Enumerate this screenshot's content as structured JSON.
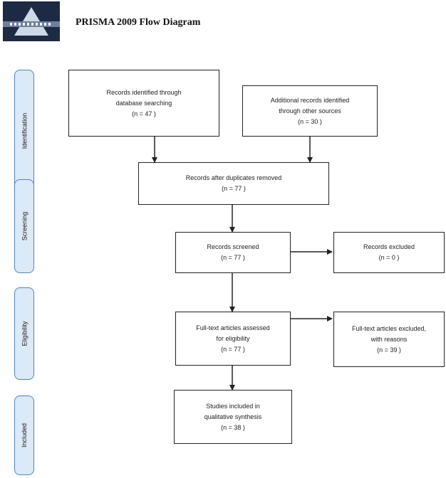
{
  "header": {
    "title": "PRISMA 2009 Flow Diagram"
  },
  "stages": [
    {
      "label": "Identification"
    },
    {
      "label": "Screening"
    },
    {
      "label": "Eligibility"
    },
    {
      "label": "Included"
    }
  ],
  "boxes": {
    "identified_db": {
      "lines": [
        "Records identified through",
        "database searching",
        "(n = 47 )"
      ]
    },
    "identified_other": {
      "lines": [
        "Additional records identified",
        "through other sources",
        "(n = 30 )"
      ]
    },
    "after_duplicates": {
      "lines": [
        "Records after duplicates removed",
        "(n = 77 )"
      ]
    },
    "screened": {
      "lines": [
        "Records screened",
        "(n = 77 )"
      ]
    },
    "excluded": {
      "lines": [
        "Records excluded",
        "(n = 0 )"
      ]
    },
    "fulltext_assessed": {
      "lines": [
        "Full-text articles assessed",
        "for eligibility",
        "(n = 77 )"
      ]
    },
    "fulltext_excluded": {
      "lines": [
        "Full-text articles excluded,",
        "with reasons",
        "(n = 39 )"
      ]
    },
    "included": {
      "lines": [
        "Studies included in",
        "qualitative synthesis",
        "(n = 38 )"
      ]
    }
  }
}
